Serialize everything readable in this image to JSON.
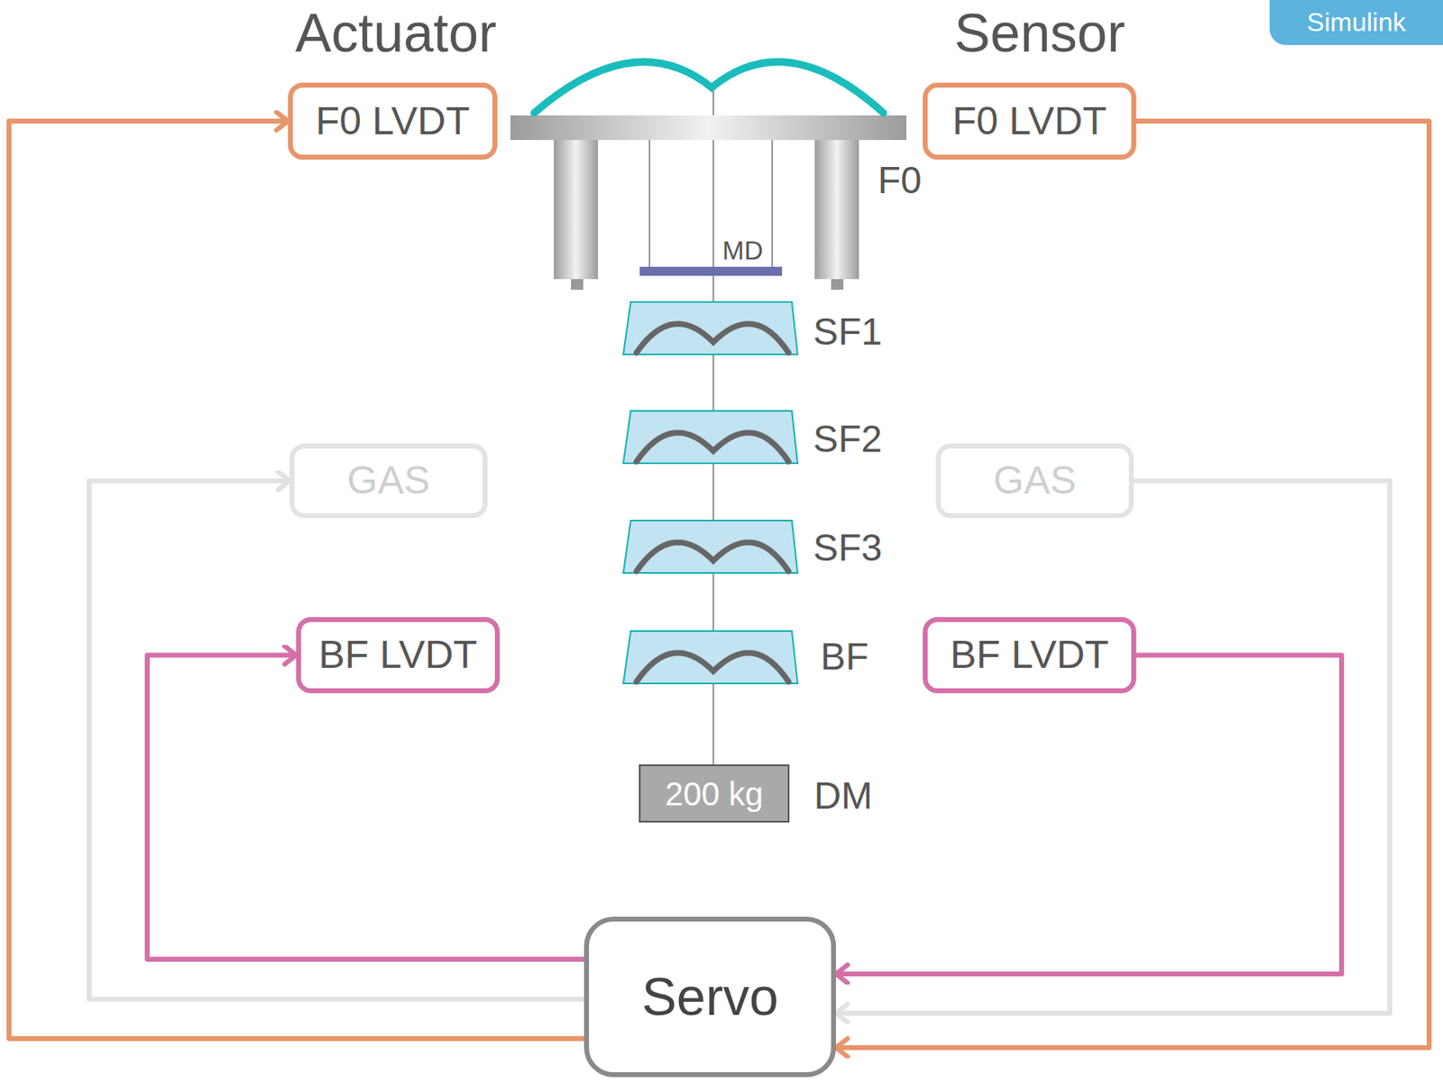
{
  "diagram": {
    "nodes": [
      {
        "text": [
          "F0 LVDT"
        ]
      },
      {
        "text": [
          "F0 LVDT"
        ]
      },
      {
        "text": [
          "GAS"
        ]
      },
      {
        "text": [
          "GAS"
        ]
      },
      {
        "text": [
          "BF LVDT"
        ]
      },
      {
        "text": [
          "BF LVDT"
        ]
      },
      {
        "text": [
          "Servo"
        ]
      },
      {
        "text": [
          "200 kg"
        ]
      },
      {
        "text": [
          "Simulink"
        ]
      }
    ],
    "edges": [
      {
        "from": 6,
        "to": 0,
        "arrow": "to"
      },
      {
        "from": 1,
        "to": 6,
        "arrow": "to"
      },
      {
        "from": 6,
        "to": 2,
        "arrow": "to"
      },
      {
        "from": 3,
        "to": 6,
        "arrow": "to"
      },
      {
        "from": 6,
        "to": 4,
        "arrow": "to"
      },
      {
        "from": 5,
        "to": 6,
        "arrow": "to"
      }
    ],
    "labels": [
      "Actuator",
      "Sensor",
      "F0",
      "MD",
      "SF1",
      "SF2",
      "SF3",
      "BF",
      "DM"
    ]
  }
}
